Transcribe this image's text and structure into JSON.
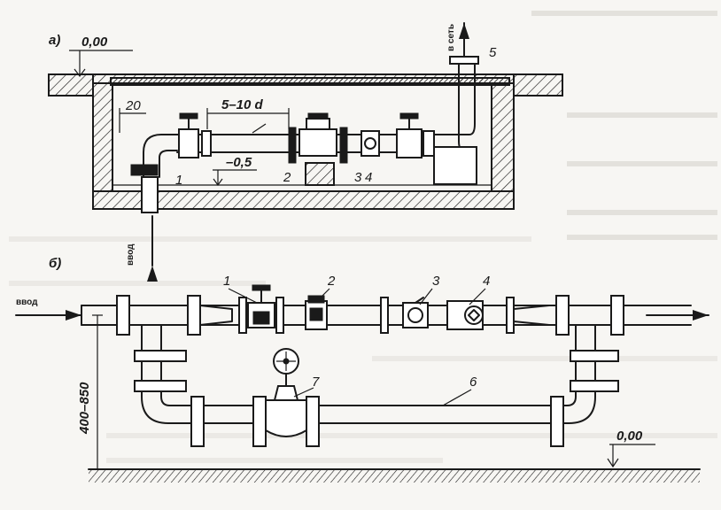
{
  "fig_a": {
    "label": "а)",
    "level": "0,00",
    "dim_20": "20",
    "dim_span": "5–10 d",
    "level_low": "–0,5",
    "to_network": "в сеть",
    "inlet": "ввод",
    "parts": [
      "1",
      "2",
      "3",
      "4",
      "5"
    ]
  },
  "fig_b": {
    "label": "б)",
    "inlet": "ввод",
    "height": "400–850",
    "level": "0,00",
    "parts": [
      "1",
      "2",
      "3",
      "4",
      "6",
      "7"
    ]
  }
}
